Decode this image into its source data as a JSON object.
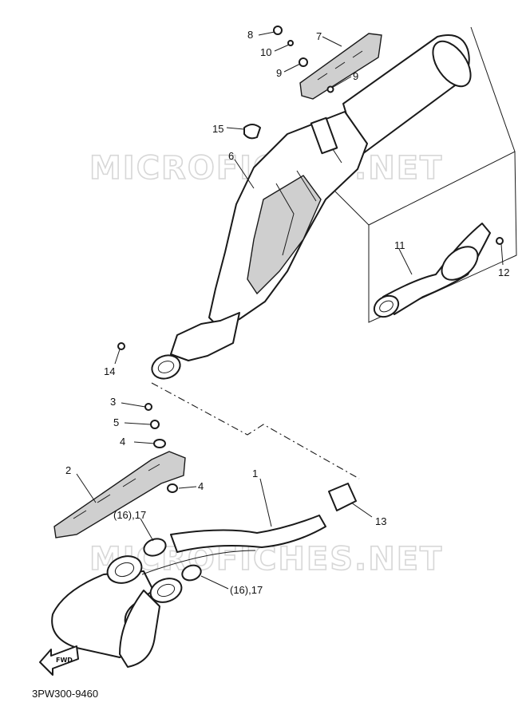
{
  "watermark": "MICROFICHES.NET",
  "diagram_code": "3PW300-9460",
  "front_arrow_label": "FWD",
  "callouts": [
    {
      "id": "c1",
      "text": "1"
    },
    {
      "id": "c2",
      "text": "2"
    },
    {
      "id": "c3",
      "text": "3"
    },
    {
      "id": "c4a",
      "text": "4"
    },
    {
      "id": "c4b",
      "text": "4"
    },
    {
      "id": "c5",
      "text": "5"
    },
    {
      "id": "c6",
      "text": "6"
    },
    {
      "id": "c7",
      "text": "7"
    },
    {
      "id": "c8",
      "text": "8"
    },
    {
      "id": "c9a",
      "text": "9"
    },
    {
      "id": "c9b",
      "text": "9"
    },
    {
      "id": "c10",
      "text": "10"
    },
    {
      "id": "c11",
      "text": "11"
    },
    {
      "id": "c12",
      "text": "12"
    },
    {
      "id": "c13",
      "text": "13"
    },
    {
      "id": "c14",
      "text": "14"
    },
    {
      "id": "c15",
      "text": "15"
    },
    {
      "id": "c16a",
      "text": "(16),17"
    },
    {
      "id": "c16b",
      "text": "(16),17"
    }
  ]
}
